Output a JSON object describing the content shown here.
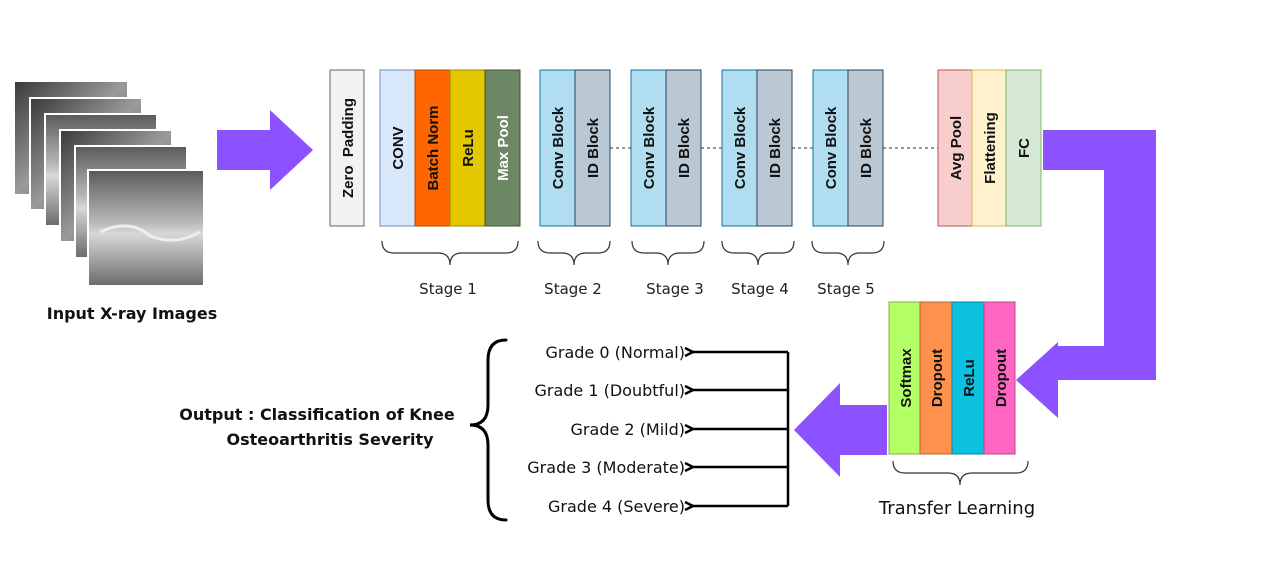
{
  "input_caption": "Input X-ray Images",
  "blocks": {
    "zero_padding": "Zero  Padding",
    "conv": "CONV",
    "batch_norm": "Batch Norm",
    "relu": "ReLu",
    "max_pool": "Max Pool",
    "conv_block": "Conv Block",
    "id_block": "ID Block",
    "avg_pool": "Avg Pool",
    "flattening": "Flattening",
    "fc": "FC"
  },
  "stages": [
    "Stage 1",
    "Stage 2",
    "Stage 3",
    "Stage 4",
    "Stage 5"
  ],
  "transfer_blocks": {
    "softmax": "Softmax",
    "dropout_1": "Dropout",
    "relu": "ReLu",
    "dropout_2": "Dropout"
  },
  "transfer_caption": "Transfer Learning",
  "grades": [
    "Grade 0 (Normal)",
    "Grade 1 (Doubtful)",
    "Grade 2 (Mild)",
    "Grade 3 (Moderate)",
    "Grade 4 (Severe)"
  ],
  "output_caption": {
    "line1": "Output : Classification of Knee",
    "line2": "Osteoarthritis Severity"
  },
  "colors": {
    "arrow": "#8c52ff",
    "zero_padding": "#f2f2f2",
    "conv": "#dae8fc",
    "batch_norm": "#ff6600",
    "relu": "#e3c800",
    "max_pool": "#6d8764",
    "conv_block": "#b1ddf0",
    "id_block": "#bac8d3",
    "avg_pool": "#f8cecc",
    "flattening": "#fff2cc",
    "fc": "#d5e8d4",
    "softmax": "#b3ff66",
    "dropout_1": "#ff914d",
    "relu_tl": "#0cc0df",
    "dropout_2": "#ff66c4"
  }
}
